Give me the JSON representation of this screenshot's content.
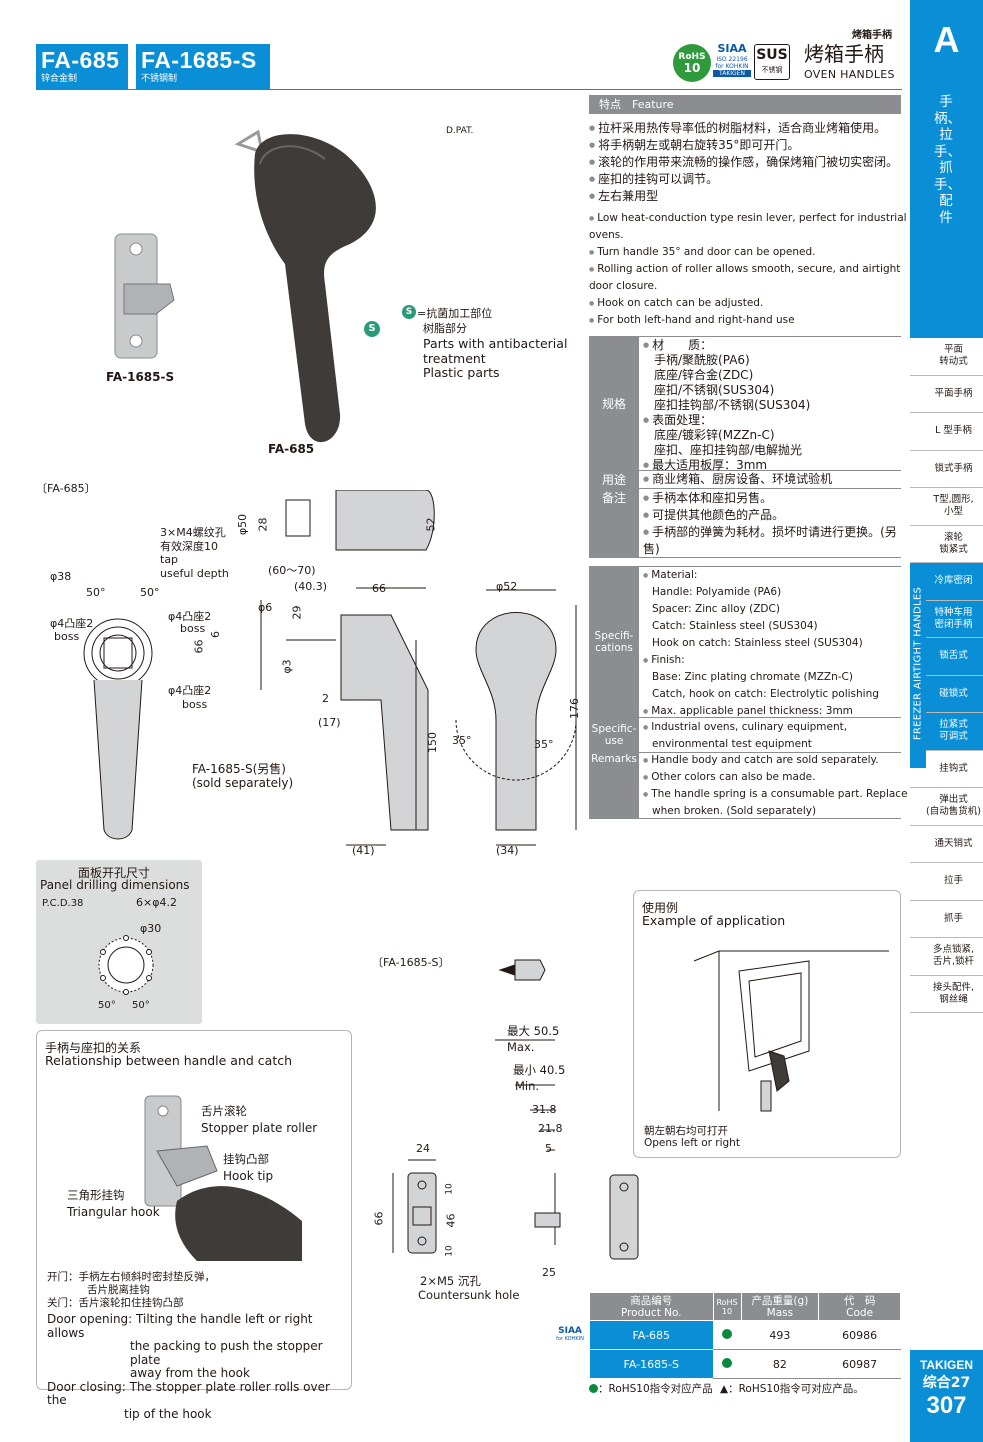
{
  "header": {
    "category_small": "烤箱手柄",
    "products": [
      {
        "code": "FA-685",
        "material": "锌合金制"
      },
      {
        "code": "FA-1685-S",
        "material": "不锈钢制"
      }
    ],
    "badges": {
      "rohs": "RoHS",
      "rohs_num": "10",
      "siaa": "SIAA",
      "siaa_sub1": "ISO 22196",
      "siaa_sub2": "for KOHKIN",
      "siaa_sub3": "TAKIGEN",
      "sus": "SUS",
      "sus_sub": "不锈钢"
    },
    "title_cn": "烤箱手柄",
    "title_en": "OVEN HANDLES"
  },
  "sidebar": {
    "letter": "A",
    "main_cn": "手柄、拉手、抓手、配件",
    "vertical_en": "FREEZER AIRTIGHT HANDLES",
    "items": [
      {
        "label": "平面\n转动式"
      },
      {
        "label": "平面手柄"
      },
      {
        "label": "L 型手柄"
      },
      {
        "label": "锁式手柄"
      },
      {
        "label": "T型,圆形,\n小型"
      },
      {
        "label": "滚轮\n锁紧式"
      },
      {
        "label": "冷库密闭"
      },
      {
        "label": "特种车用\n密闭手柄"
      },
      {
        "label": "锁舌式"
      },
      {
        "label": "碰锁式"
      },
      {
        "label": "拉紧式\n可调式"
      },
      {
        "label": "挂钩式"
      },
      {
        "label": "弹出式\n(自动售货机)"
      },
      {
        "label": "通天销式"
      },
      {
        "label": "拉手"
      },
      {
        "label": "抓手"
      },
      {
        "label": "多点锁紧,\n舌片,锁杆"
      },
      {
        "label": "接头配件,\n钢丝绳"
      }
    ],
    "brand": "TAKIGEN",
    "section": "综合27",
    "page": "307"
  },
  "feature": {
    "heading": "特点　Feature",
    "cn": [
      "拉杆采用热传导率低的树脂材料，适合商业烤箱使用。",
      "将手柄朝左或朝右旋转35°即可开门。",
      "滚轮的作用带来流畅的操作感，确保烤箱门被切实密闭。",
      "座扣的挂钩可以调节。",
      "左右兼用型"
    ],
    "en": [
      "Low heat-conduction type resin lever, perfect for industrial ovens.",
      "Turn handle 35° and door can be opened.",
      "Rolling action of roller allows smooth, secure, and airtight door closure.",
      "Hook on catch can be adjusted.",
      "For both left-hand and right-hand use"
    ]
  },
  "spec_cn": {
    "label_spec": "规格",
    "label_use": "用途",
    "label_remarks": "备注",
    "spec_lines": [
      "材　　质：",
      "手柄/聚酰胺(PA6)",
      "底座/锌合金(ZDC)",
      "座扣/不锈钢(SUS304)",
      "座扣挂钩部/不锈钢(SUS304)",
      "表面处理：",
      "底座/镀彩锌(MZZn-C)",
      "座扣、座扣挂钩部/电解抛光",
      "最大适用板厚：3mm"
    ],
    "use": "商业烤箱、厨房设备、环境试验机",
    "remarks": [
      "手柄本体和座扣另售。",
      "可提供其他颜色的产品。",
      "手柄部的弹簧为耗材。损坏时请进行更换。(另售)"
    ]
  },
  "spec_en": {
    "label_spec": "Specifi-\ncations",
    "label_use": "Specific-\nuse",
    "label_remarks": "Remarks",
    "spec_lines": [
      "Material:",
      "Handle: Polyamide (PA6)",
      "Spacer: Zinc alloy (ZDC)",
      "Catch: Stainless steel (SUS304)",
      "Hook on catch: Stainless steel (SUS304)",
      "Finish:",
      "Base: Zinc plating chromate (MZZn-C)",
      "Catch, hook on catch: Electrolytic polishing",
      "Max. applicable panel thickness: 3mm"
    ],
    "use": [
      "Industrial ovens, culinary equipment,",
      "environmental test equipment"
    ],
    "remarks": [
      "Handle body and catch are sold separately.",
      "Other colors can also be made.",
      "The handle spring is a consumable part. Replace",
      "when broken. (Sold separately)"
    ]
  },
  "photo": {
    "dpat": "D.PAT.",
    "label_handle": "FA-685",
    "label_catch": "FA-1685-S",
    "s_mark": "S",
    "anti_cn_1": "=抗菌加工部位",
    "anti_cn_2": "树脂部分",
    "anti_en": [
      "Parts with antibacterial",
      "treatment",
      "Plastic parts"
    ]
  },
  "drawing_fa685": {
    "title": "〔FA-685〕",
    "tap_cn_1": "3×M4螺纹孔",
    "tap_cn_2": "有效深度10",
    "tap_en_1": "tap",
    "tap_en_2": "useful depth",
    "dims": [
      "φ38",
      "50°",
      "50°",
      "φ4凸座2",
      "boss",
      "φ4凸座2",
      "boss",
      "φ4凸座2",
      "boss",
      "66",
      "6",
      "φ50",
      "28",
      "52",
      "(60〜70)",
      "(40.3)",
      "66",
      "φ52",
      "φ6",
      "29",
      "φ3",
      "2",
      "(17)",
      "150",
      "35°",
      "35°",
      "176",
      "(41)",
      "(34)"
    ],
    "sold_cn": "FA-1685-S(另售)",
    "sold_en": "(sold separately)"
  },
  "panel": {
    "title_cn": "面板开孔尺寸",
    "title_en": "Panel drilling dimensions",
    "pcd": "P.C.D.38",
    "holes": "6×φ4.2",
    "center": "φ30",
    "ang1": "50°",
    "ang2": "50°"
  },
  "relationship": {
    "title_cn": "手柄与座扣的关系",
    "title_en": "Relationship between handle and catch",
    "roller_cn": "舌片滚轮",
    "roller_en": "Stopper plate roller",
    "tip_cn": "挂钩凸部",
    "tip_en": "Hook tip",
    "tri_cn": "三角形挂钩",
    "tri_en": "Triangular hook",
    "open_cn_1": "开门：手柄左右倾斜时密封垫反弹，",
    "open_cn_2": "舌片脱离挂钩",
    "close_cn": "关门：舌片滚轮扣住挂钩凸部",
    "open_en_label": "Door opening:",
    "open_en": [
      "Tilting the handle left or right allows",
      "the packing to push the stopper plate",
      "away from the hook"
    ],
    "close_en_label": "Door closing:",
    "close_en": [
      "The stopper plate roller rolls over the",
      "tip of the hook"
    ]
  },
  "drawing_catch": {
    "title": "〔FA-1685-S〕",
    "max_cn": "最大 50.5",
    "max_en": "Max.",
    "min_cn": "最小 40.5",
    "min_en": "Min.",
    "dims": [
      "31.8",
      "21.8",
      "5",
      "24",
      "66",
      "10",
      "46",
      "10",
      "25"
    ],
    "hole_cn": "2×M5 沉孔",
    "hole_en": "Countersunk hole"
  },
  "application": {
    "title_cn": "使用例",
    "title_en": "Example of application",
    "caption_cn": "朝左朝右均可打开",
    "caption_en": "Opens left or right"
  },
  "table": {
    "siaa": "SIAA",
    "siaa_sub": "for KOHKIN",
    "headers": [
      {
        "cn": "商品编号",
        "en": "Product No."
      },
      {
        "cn": "RoHS",
        "en": "10"
      },
      {
        "cn": "产品重量(g)",
        "en": "Mass"
      },
      {
        "cn": "代　码",
        "en": "Code"
      }
    ],
    "rows": [
      {
        "product": "FA-685",
        "mass": "493",
        "code": "60986"
      },
      {
        "product": "FA-1685-S",
        "mass": "82",
        "code": "60987"
      }
    ],
    "footnote_a": "：RoHS10指令对应产品",
    "footnote_b": "▲：RoHS10指令可对应产品。"
  },
  "colors": {
    "blue": "#0a8fd6",
    "gray": "#8b8d90",
    "green": "#0a8a3c",
    "handle": "#3f3b39"
  }
}
